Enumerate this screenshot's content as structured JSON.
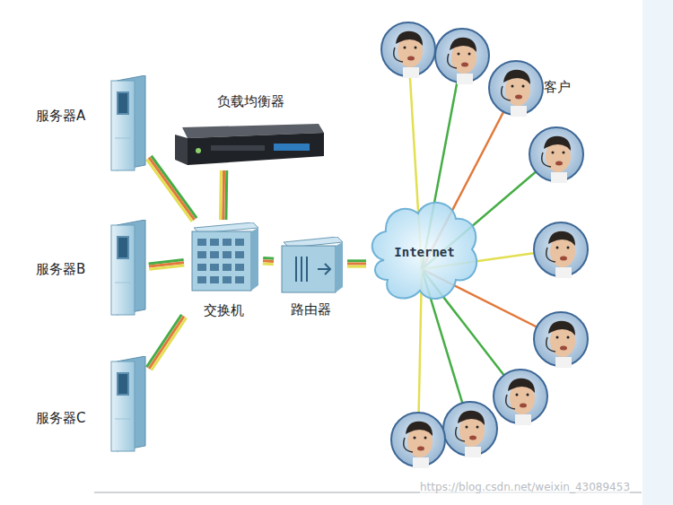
{
  "diagram": {
    "nodes": [
      {
        "text": [
          "负载均衡器"
        ]
      },
      {
        "text": [
          "服务器A"
        ]
      },
      {
        "text": [
          "服务器B"
        ]
      },
      {
        "text": [
          "服务器C"
        ]
      },
      {
        "text": [
          "交换机"
        ]
      },
      {
        "text": [
          "路由器"
        ]
      },
      {
        "text": [
          "Internet"
        ]
      }
    ],
    "edges": [
      {
        "from": 1,
        "to": 4,
        "arrow": "none"
      },
      {
        "from": 2,
        "to": 4,
        "arrow": "none"
      },
      {
        "from": 3,
        "to": 4,
        "arrow": "none"
      },
      {
        "from": 0,
        "to": 4,
        "arrow": "none"
      },
      {
        "from": 4,
        "to": 5,
        "arrow": "none"
      },
      {
        "from": 5,
        "to": 6,
        "arrow": "none"
      }
    ],
    "labels": [
      "客户",
      "https://blog.csdn.net/weixin_43089453"
    ]
  }
}
